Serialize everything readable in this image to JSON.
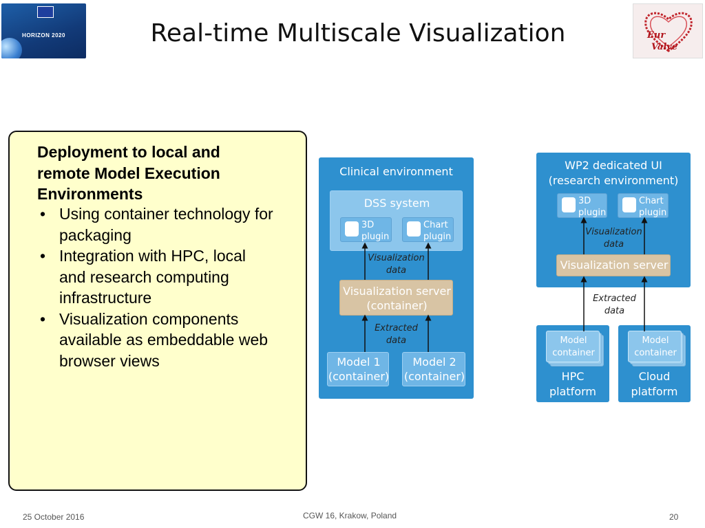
{
  "header": {
    "title": "Real-time Multiscale Visualization",
    "logo_left_text": "HORIZON 2020",
    "logo_right_line1": "Eur",
    "logo_right_line2": "Valve"
  },
  "textbox": {
    "heading_lines": [
      "Deployment to local and",
      "remote Model Execution",
      "Environments"
    ],
    "bullets": [
      [
        "Using container technology for",
        "packaging"
      ],
      [
        "Integration with HPC, local",
        "and research computing",
        "infrastructure"
      ],
      [
        "Visualization components",
        "available as embeddable web",
        "browser views"
      ]
    ]
  },
  "clinical": {
    "title": "Clinical environment",
    "dss_title": "DSS system",
    "plugin1": [
      "3D",
      "plugin"
    ],
    "plugin2": [
      "Chart",
      "plugin"
    ],
    "vis_data": [
      "Visualization",
      "data"
    ],
    "server": [
      "Visualization server",
      "(container)"
    ],
    "extracted": [
      "Extracted",
      "data"
    ],
    "model1": [
      "Model 1",
      "(container)"
    ],
    "model2": [
      "Model 2",
      "(container)"
    ]
  },
  "research": {
    "title": [
      "WP2 dedicated UI",
      "(research environment)"
    ],
    "plugin1": [
      "3D",
      "plugin"
    ],
    "plugin2": [
      "Chart",
      "plugin"
    ],
    "vis_data": [
      "Visualization",
      "data"
    ],
    "server": "Visualization server",
    "extracted": [
      "Extracted",
      "data"
    ],
    "hpc_model": [
      "Model",
      "container"
    ],
    "hpc_platform": [
      "HPC",
      "platform"
    ],
    "cloud_model": [
      "Model",
      "container"
    ],
    "cloud_platform": [
      "Cloud",
      "platform"
    ]
  },
  "footer": {
    "date": "25 October 2016",
    "event": "CGW 16, Krakow, Poland",
    "page": "20"
  },
  "colors": {
    "panel": "#2e90cf",
    "tan": "#d8c4a4",
    "textbox_bg": "#ffffcc"
  }
}
